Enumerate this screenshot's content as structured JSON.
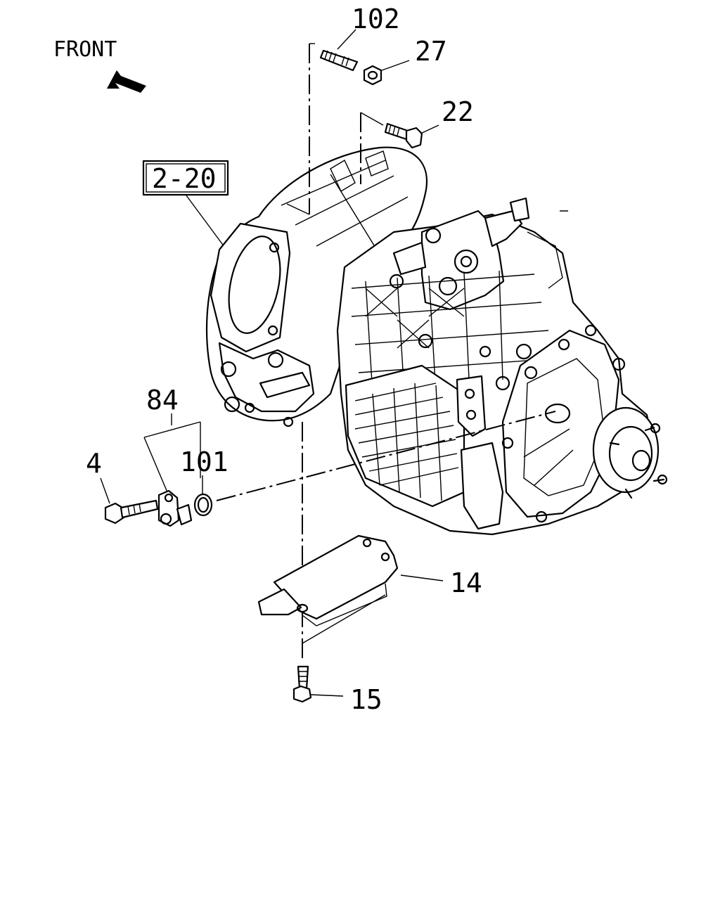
{
  "front_label": "FRONT",
  "ref_box": "2-20",
  "callouts": {
    "c102": "102",
    "c27": "27",
    "c22": "22",
    "c84": "84",
    "c4": "4",
    "c101": "101",
    "c14": "14",
    "c15": "15"
  }
}
